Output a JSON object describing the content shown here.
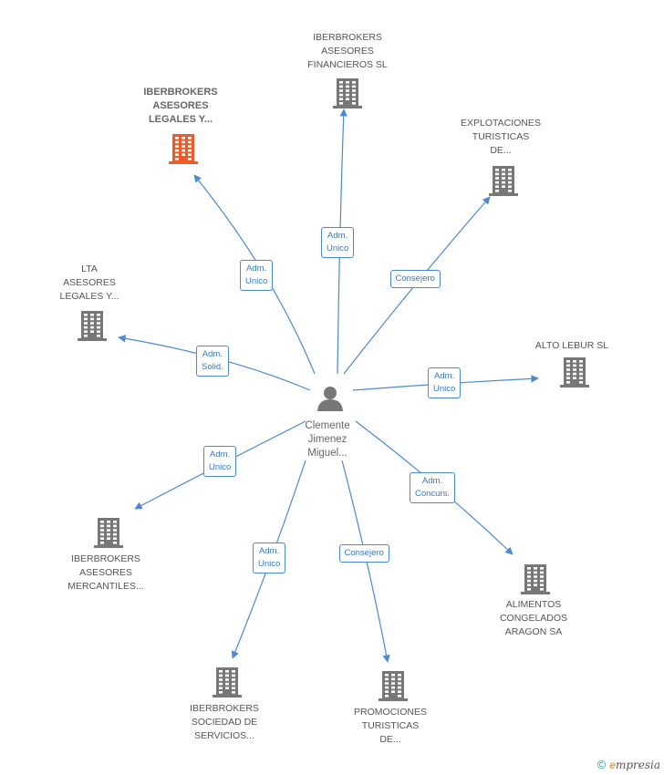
{
  "center": {
    "icon": "person-icon",
    "label": "Clemente\nJimenez\nMiguel..."
  },
  "nodes": [
    {
      "id": "iberbrokers-financieros",
      "label": "IBERBROKERS\nASESORES\nFINANCIEROS SL",
      "icon": "building-icon",
      "color": "#777777",
      "highlight": false
    },
    {
      "id": "iberbrokers-legales",
      "label": "IBERBROKERS\nASESORES\nLEGALES Y...",
      "icon": "building-icon",
      "color": "#f05a28",
      "highlight": true
    },
    {
      "id": "explotaciones",
      "label": "EXPLOTACIONES\nTURISTICAS\nDE...",
      "icon": "building-icon",
      "color": "#777777",
      "highlight": false
    },
    {
      "id": "lta",
      "label": "LTA\nASESORES\nLEGALES Y...",
      "icon": "building-icon",
      "color": "#777777",
      "highlight": false
    },
    {
      "id": "alto-lebur",
      "label": "ALTO LEBUR SL",
      "icon": "building-icon",
      "color": "#777777",
      "highlight": false
    },
    {
      "id": "iberbrokers-mercantiles",
      "label": "IBERBROKERS\nASESORES\nMERCANTILES...",
      "icon": "building-icon",
      "color": "#777777",
      "highlight": false
    },
    {
      "id": "alimentos",
      "label": "ALIMENTOS\nCONGELADOS\nARAGON SA",
      "icon": "building-icon",
      "color": "#777777",
      "highlight": false
    },
    {
      "id": "iberbrokers-servicios",
      "label": "IBERBROKERS\nSOCIEDAD DE\nSERVICIOS...",
      "icon": "building-icon",
      "color": "#777777",
      "highlight": false
    },
    {
      "id": "promociones",
      "label": "PROMOCIONES\nTURISTICAS\nDE...",
      "icon": "building-icon",
      "color": "#777777",
      "highlight": false
    }
  ],
  "edges": [
    {
      "to": "iberbrokers-financieros",
      "label": "Adm.\nUnico"
    },
    {
      "to": "iberbrokers-legales",
      "label": "Adm.\nUnico"
    },
    {
      "to": "explotaciones",
      "label": "Consejero"
    },
    {
      "to": "lta",
      "label": "Adm.\nSolid."
    },
    {
      "to": "alto-lebur",
      "label": "Adm.\nUnico"
    },
    {
      "to": "iberbrokers-mercantiles",
      "label": "Adm.\nUnico"
    },
    {
      "to": "alimentos",
      "label": "Adm.\nConcurs."
    },
    {
      "to": "iberbrokers-servicios",
      "label": "Adm.\nUnico"
    },
    {
      "to": "promociones",
      "label": "Consejero"
    }
  ],
  "colors": {
    "edge": "#4a8ad4",
    "building": "#777777",
    "highlight": "#f05a28",
    "person": "#777777"
  },
  "footer": {
    "copyright": "©",
    "brand_initial": "e",
    "brand_rest": "mpresia"
  }
}
